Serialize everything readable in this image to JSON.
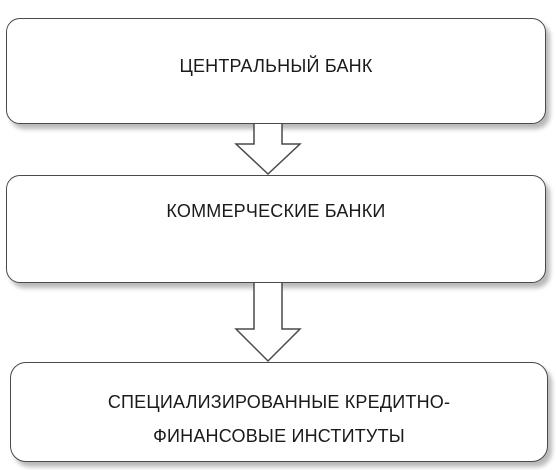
{
  "boxes": {
    "central_bank": "ЦЕНТРАЛЬНЫЙ БАНК",
    "commercial_banks": "КОММЕРЧЕСКИЕ БАНКИ",
    "specialized_institutions_line1": "СПЕЦИАЛИЗИРОВАННЫЕ КРЕДИТНО-",
    "specialized_institutions_line2": "ФИНАНСОВЫЕ ИНСТИТУТЫ"
  },
  "colors": {
    "border": "#4a4a4a",
    "text": "#1a1a1a",
    "background": "#ffffff"
  }
}
